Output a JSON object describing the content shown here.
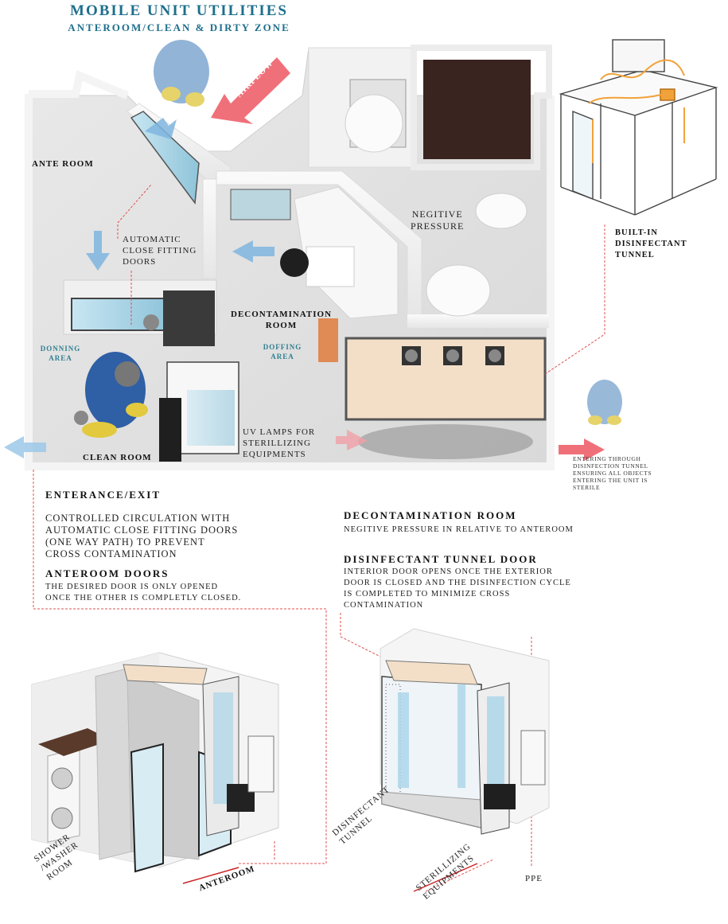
{
  "header": {
    "title": "MOBILE UNIT UTILITIES",
    "subtitle": "ANTEROOM/CLEAN & DIRTY ZONE"
  },
  "plan": {
    "airflow": "AIRFLOW",
    "ante_room": "ANTE ROOM",
    "auto_doors": [
      "AUTOMATIC",
      "CLOSE FITTING",
      "DOORS"
    ],
    "donning": [
      "DONNING",
      "AREA"
    ],
    "decon_room": [
      "DECONTAMINATION",
      "ROOM"
    ],
    "doffing": [
      "DOFFING",
      "AREA"
    ],
    "negative_pressure": [
      "NEGITIVE",
      "PRESSURE"
    ],
    "clean_room": "CLEAN ROOM",
    "uv_lamps": [
      "UV LAMPS FOR",
      "STERILLIZING",
      "EQUIPMENTS"
    ]
  },
  "tunnel_iso": {
    "label": [
      "BUILT-IN",
      "DISINFECTANT",
      "TUNNEL"
    ]
  },
  "entering_note": [
    "ENTERING THROUGH",
    "DISINFECTION TUNNEL",
    "ENSURING ALL OBJECTS",
    "ENTERING THE UNIT IS",
    "STERILE"
  ],
  "sections": {
    "entrance_title": "ENTERANCE/EXIT",
    "entrance_body": [
      "CONTROLLED CIRCULATION WITH",
      "AUTOMATIC CLOSE FITTING DOORS",
      "(ONE WAY PATH) TO PREVENT",
      "CROSS CONTAMINATION"
    ],
    "anteroom_doors_title": "ANTEROOM DOORS",
    "anteroom_doors_body": [
      "THE DESIRED  DOOR IS ONLY OPENED",
      "ONCE THE OTHER IS COMPLETLY CLOSED."
    ],
    "decon_title": "DECONTAMINATION ROOM",
    "decon_body": "NEGITIVE PRESSURE IN RELATIVE TO ANTEROOM",
    "tunnel_door_title": "DISINFECTANT TUNNEL DOOR",
    "tunnel_door_body": [
      "INTERIOR DOOR OPENS ONCE THE EXTERIOR",
      "DOOR IS CLOSED AND THE DISINFECTION CYCLE",
      "IS COMPLETED TO MINIMIZE CROSS",
      "CONTAMINATION"
    ]
  },
  "bottom_labels": {
    "shower": [
      "SHOWER",
      "/WASHER",
      "ROOM"
    ],
    "anteroom": "ANTEROOM",
    "tunnel": [
      "DISINFECTANT",
      "TUNNEL"
    ],
    "sterilizing": [
      "STERILLIZING",
      "EQUIPMENTS"
    ],
    "ppe": "PPE"
  },
  "colors": {
    "title": "#1e6f8c",
    "teal_label": "#2e7f90",
    "airflow_arrow": "#f0707a",
    "blue_arrow": "#7fb5df",
    "leader_line": "#e05050",
    "wall": "#f2f2f2",
    "tunnel_panel": "#f3dfc8"
  }
}
